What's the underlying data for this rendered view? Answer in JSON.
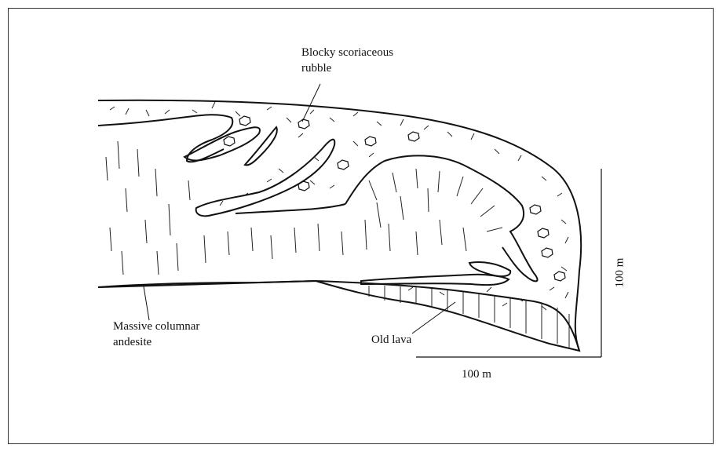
{
  "labels": {
    "rubble_line1": "Blocky scoriaceous",
    "rubble_line2": "rubble",
    "massive_line1": "Massive columnar",
    "massive_line2": "andesite",
    "old_lava": "Old lava",
    "scale_horizontal": "100 m",
    "scale_vertical": "100 m"
  }
}
